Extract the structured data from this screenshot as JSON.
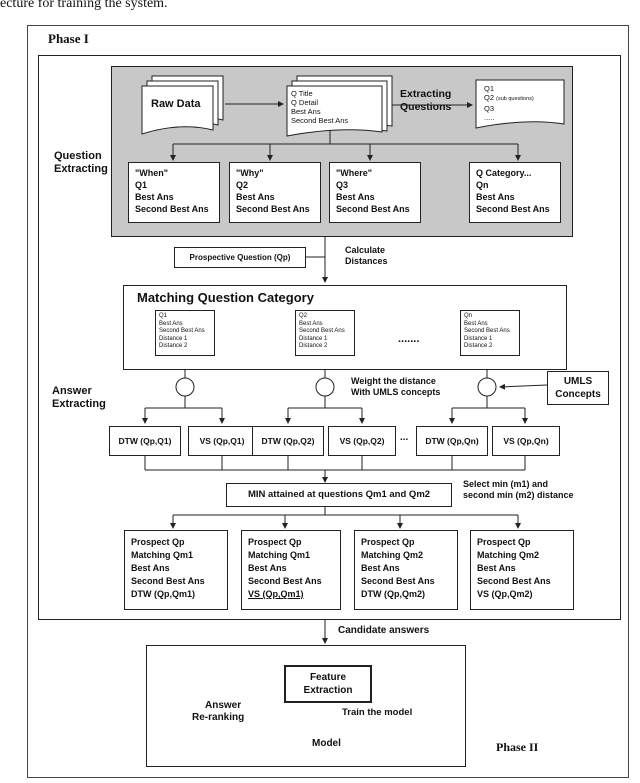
{
  "caption": "ecture for training the system.",
  "phase1": "Phase I",
  "phase2": "Phase II",
  "side": {
    "question_extracting": [
      "Question",
      "Extracting"
    ],
    "answer_extracting": [
      "Answer",
      "Extracting"
    ],
    "answer_reranking": [
      "Answer",
      "Re-ranking"
    ]
  },
  "raw_data": "Raw Data",
  "doc": [
    "Q Title",
    "Q Detail",
    "Best Ans",
    "Second Best Ans"
  ],
  "extracting_questions": [
    "Extracting",
    "Questions"
  ],
  "qlist": [
    "Q1",
    "Q2",
    "(sub questions)",
    "Q3",
    "....."
  ],
  "categories": [
    {
      "lines": [
        "\"When\"",
        "Q1",
        "Best Ans",
        "Second Best Ans"
      ]
    },
    {
      "lines": [
        "\"Why\"",
        "Q2",
        "Best Ans",
        "Second Best Ans"
      ]
    },
    {
      "lines": [
        "\"Where\"",
        "Q3",
        "Best Ans",
        "Second Best Ans"
      ]
    },
    {
      "lines": [
        "Q Category...",
        "Qn",
        "Best Ans",
        "Second Best Ans"
      ]
    }
  ],
  "prospective": "Prospective Question (Qp)",
  "calculate": [
    "Calculate",
    "Distances"
  ],
  "matching_title": "Matching Question Category",
  "mini": [
    [
      "Q1",
      "Best Ans",
      "Second Best Ans",
      "Distance 1",
      "Distance 2"
    ],
    [
      "Q2",
      "Best Ans",
      "Second Best Ans",
      "Distance 1",
      "Distance 2"
    ],
    [
      "Qn",
      "Best Ans",
      "Second Best Ans",
      "Distance 1",
      "Distance 2"
    ]
  ],
  "dots": ".......",
  "weight": [
    "Weight the distance",
    "With UMLS concepts"
  ],
  "umls": [
    "UMLS",
    "Concepts"
  ],
  "dist": [
    "DTW (Qp,Q1)",
    "VS (Qp,Q1)",
    "DTW (Qp,Q2)",
    "VS (Qp,Q2)",
    "DTW (Qp,Qn)",
    "VS (Qp,Qn)"
  ],
  "dist_dots": "...",
  "min_box": "MIN attained at questions Qm1 and Qm2",
  "select_min": [
    "Select min (m1) and",
    "second min (m2) distance"
  ],
  "prospects": [
    [
      "Prospect Qp",
      "Matching Qm1",
      "Best Ans",
      "Second Best Ans",
      "DTW (Qp,Qm1)"
    ],
    [
      "Prospect Qp",
      "Matching Qm1",
      "Best Ans",
      "Second Best Ans",
      "VS (Qp,Qm1)"
    ],
    [
      "Prospect Qp",
      "Matching Qm2",
      "Best Ans",
      "Second Best Ans",
      "DTW (Qp,Qm2)"
    ],
    [
      "Prospect Qp",
      "Matching Qm2",
      "Best Ans",
      "Second Best Ans",
      "VS (Qp,Qm2)"
    ]
  ],
  "candidate": "Candidate answers",
  "feature": [
    "Feature",
    "Extraction"
  ],
  "train": "Train the model",
  "model": "Model"
}
